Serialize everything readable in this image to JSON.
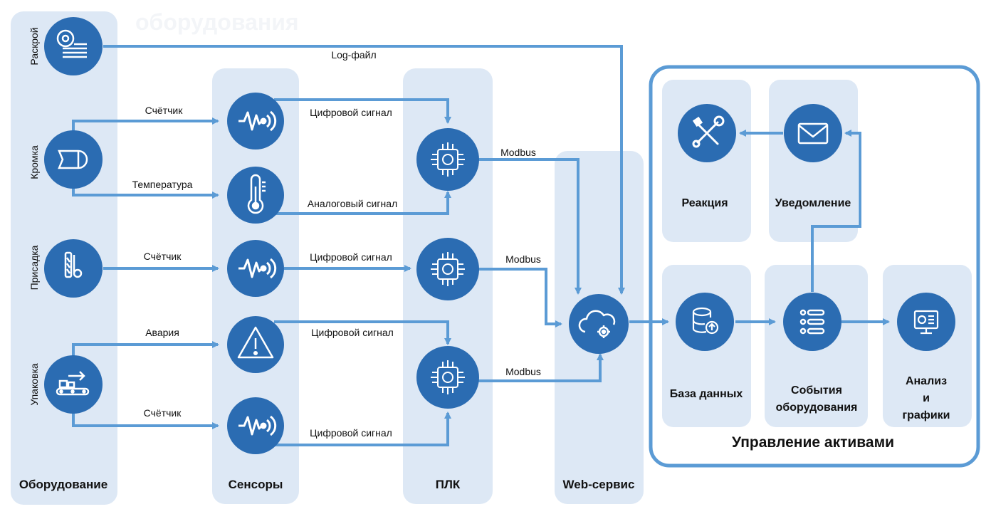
{
  "ghost_title": "оборудования",
  "columns": {
    "equipment": "Оборудование",
    "sensors": "Сенсоры",
    "plc": "ПЛК",
    "web": "Web-сервис"
  },
  "equipment_items": [
    "Раскрой",
    "Кромка",
    "Присадка",
    "Упаковка"
  ],
  "edges": {
    "log": "Log-файл",
    "counter1": "Счётчик",
    "temperature": "Температура",
    "counter2": "Счётчик",
    "alarm": "Авария",
    "counter3": "Счётчик",
    "digital1": "Цифровой сигнал",
    "analog": "Аналоговый сигнал",
    "digital2": "Цифровой сигнал",
    "digital3": "Цифровой сигнал",
    "digital4": "Цифровой сигнал",
    "modbus1": "Modbus",
    "modbus2": "Modbus",
    "modbus3": "Modbus"
  },
  "asset": {
    "title": "Управление активами",
    "reaction": "Реакция",
    "notification": "Уведомление",
    "database": "База данных",
    "events": [
      "События",
      "оборудования"
    ],
    "analysis": [
      "Анализ",
      "и",
      "графики"
    ]
  },
  "colors": {
    "panel": "#dde8f5",
    "circle": "#2b6cb2",
    "arrow": "#5b9bd5",
    "frame": "#5b9bd5"
  },
  "icons": [
    "saw-blade-icon",
    "edge-banding-icon",
    "drill-icon",
    "conveyor-icon",
    "vibration-signal-icon",
    "thermometer-icon",
    "warning-icon",
    "chip-icon",
    "cloud-gear-icon",
    "tools-icon",
    "envelope-icon",
    "database-icon",
    "list-icon",
    "dashboard-icon"
  ]
}
